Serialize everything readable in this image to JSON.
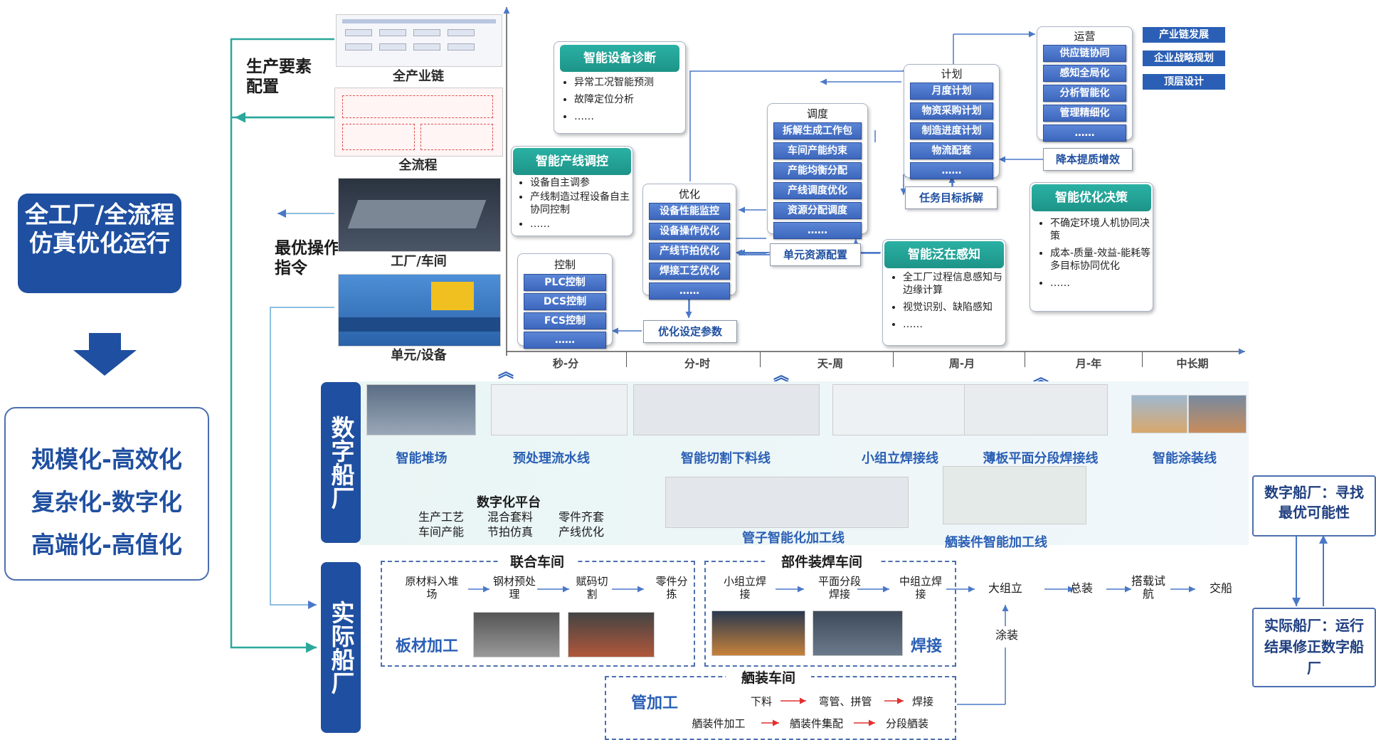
{
  "left": {
    "main_title": "全工厂/全流程仿真优化运行",
    "goals": [
      "规模化-高效化",
      "复杂化-数字化",
      "高端化-高值化"
    ]
  },
  "side_labels": {
    "production_config": "生产要素配置",
    "optimal_ops": "最优操作指令"
  },
  "scenes": [
    {
      "label": "全产业链"
    },
    {
      "label": "全流程"
    },
    {
      "label": "工厂/车间"
    },
    {
      "label": "单元/设备"
    }
  ],
  "teal_cards": {
    "diagnosis": {
      "title": "智能设备诊断",
      "items": [
        "异常工况智能预测",
        "故障定位分析",
        "……"
      ]
    },
    "line_control": {
      "title": "智能产线调控",
      "items": [
        "设备自主调参",
        "产线制造过程设备自主协同控制",
        "……"
      ]
    },
    "perception": {
      "title": "智能泛在感知",
      "items": [
        "全工厂过程信息感知与边缘计算",
        "视觉识别、缺陷感知",
        "……"
      ]
    },
    "decision": {
      "title": "智能优化决策",
      "items": [
        "不确定环境人机协同决策",
        "成本-质量-效益-能耗等多目标协同优化",
        "……"
      ]
    }
  },
  "stacks": {
    "control": {
      "title": "控制",
      "items": [
        "PLC控制",
        "DCS控制",
        "FCS控制",
        "……"
      ]
    },
    "optimize": {
      "title": "优化",
      "items": [
        "设备性能监控",
        "设备操作优化",
        "产线节拍优化",
        "焊接工艺优化",
        "……"
      ]
    },
    "schedule": {
      "title": "调度",
      "items": [
        "拆解生成工作包",
        "车间产能约束",
        "产能均衡分配",
        "产线调度优化",
        "资源分配调度",
        "……"
      ]
    },
    "plan": {
      "title": "计划",
      "items": [
        "月度计划",
        "物资采购计划",
        "制造进度计划",
        "物流配套",
        "……"
      ]
    },
    "operation": {
      "title": "运营",
      "items": [
        "供应链协同",
        "感知全局化",
        "分析智能化",
        "管理精细化",
        "……"
      ]
    }
  },
  "right_tags": [
    "产业链发展",
    "企业战略规划",
    "顶层设计"
  ],
  "connectors": {
    "opt_params": "优化设定参数",
    "unit_resource": "单元资源配置",
    "task_split": "任务目标拆解",
    "cost_quality": "降本提质增效"
  },
  "timeline": [
    "秒-分",
    "分-时",
    "天-周",
    "周-月",
    "月-年",
    "中长期"
  ],
  "digital": {
    "label": "数字船厂",
    "lines_top": [
      "智能堆场",
      "预处理流水线",
      "智能切割下料线",
      "小组立焊接线",
      "薄板平面分段焊接线",
      "智能涂装线"
    ],
    "platform_title": "数字化平台",
    "platform_items": [
      "生产工艺",
      "混合套料",
      "零件齐套",
      "车间产能",
      "节拍仿真",
      "产线优化"
    ],
    "lines_bottom": [
      "管子智能化加工线",
      "舾装件智能加工线"
    ]
  },
  "actual": {
    "label": "实际船厂",
    "joint_shop": "联合车间",
    "joint_steps": [
      "原材料入堆场",
      "钢材预处理",
      "赋码切割",
      "零件分拣"
    ],
    "plate": "板材加工",
    "assembly_shop": "部件装焊车间",
    "assembly_steps": [
      "小组立焊接",
      "平面分段焊接",
      "中组立焊接"
    ],
    "weld": "焊接",
    "downstream": [
      "大组立",
      "总装",
      "搭载试航",
      "交船"
    ],
    "paint": "涂装",
    "outfit_shop": "舾装车间",
    "pipe": "管加工",
    "pipe_steps": [
      "下料",
      "弯管、拼管",
      "焊接"
    ],
    "outfit_steps": [
      "舾装件加工",
      "舾装件集配",
      "分段舾装"
    ]
  },
  "right_panel": {
    "digital_note": "数字船厂：寻找最优可能性",
    "actual_note": "实际船厂：运行结果修正数字船厂"
  }
}
